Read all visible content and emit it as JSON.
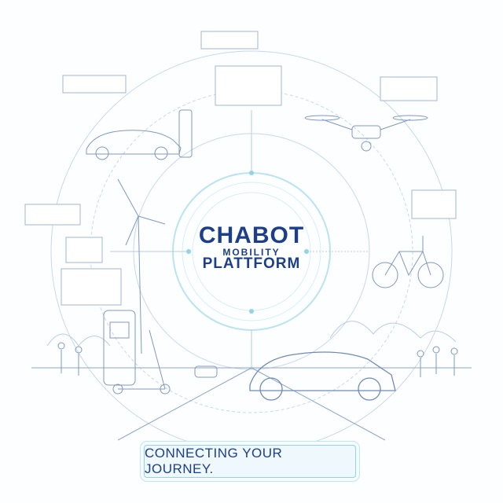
{
  "brand": {
    "name": "CHABOT",
    "sub": "MOBILITY",
    "product": "PLATTFORM"
  },
  "tagline": "CONNECTING YOUR JOURNEY.",
  "colors": {
    "primary": "#1d3f8a",
    "line": "#9fb6d6",
    "accent": "#8fd3ec"
  }
}
